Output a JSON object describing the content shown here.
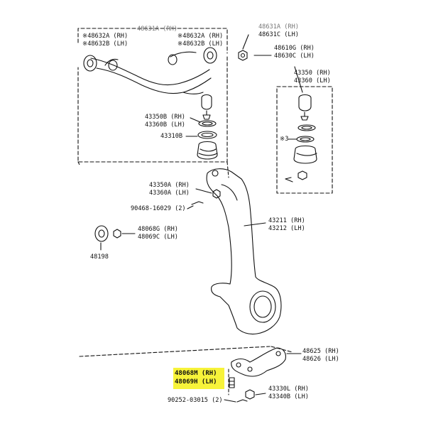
{
  "labels": {
    "top_left_header": "48631A (RH)",
    "p48632A_marked": "※48632A (RH)",
    "p48632B_left": "※48632B (LH)",
    "p48632A_right": "※48632A (RH)",
    "p48632B_right": "※48632B (LH)",
    "top_right_header": "48631A (RH)",
    "p48631C": "48631C (LH)",
    "p48610G": "48610G (RH)",
    "p48630C": "48630C (LH)",
    "p43350_rh": "43350 (RH)",
    "p43360_lh": "43360 (LH)",
    "mark3": "※3",
    "p43350B": "43350B (RH)",
    "p43360B": "43360B (LH)",
    "p43310B": "43310B",
    "p43350A": "43350A (RH)",
    "p43360A": "43360A (LH)",
    "p90468": "90468-16029 (2)",
    "p43211": "43211 (RH)",
    "p43212": "43212 (LH)",
    "p48068G": "48068G (RH)",
    "p48069C": "48069C (LH)",
    "p48198": "48198",
    "p48625": "48625 (RH)",
    "p48626": "48626 (LH)",
    "p48068M": "48068M (RH)",
    "p48069H": "48069H (LH)",
    "p43330L": "43330L (RH)",
    "p43340B": "43340B (LH)",
    "p90252": "90252-03015 (2)"
  },
  "highlight_color": "#f7f33a",
  "line_color": "#111111"
}
